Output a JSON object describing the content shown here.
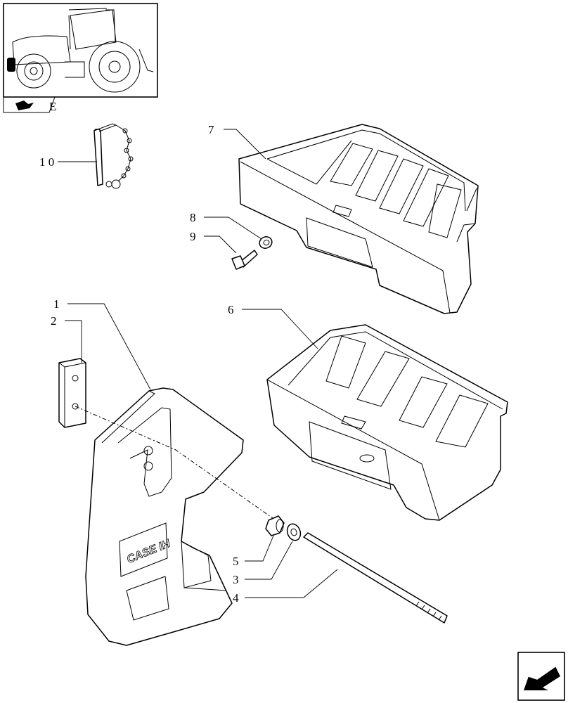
{
  "diagram": {
    "callouts": [
      {
        "id": "7",
        "label": "7"
      },
      {
        "id": "10",
        "label": "1 0"
      },
      {
        "id": "8",
        "label": "8"
      },
      {
        "id": "9",
        "label": "9"
      },
      {
        "id": "6",
        "label": "6"
      },
      {
        "id": "1",
        "label": "1"
      },
      {
        "id": "2",
        "label": "2"
      },
      {
        "id": "5",
        "label": "5"
      },
      {
        "id": "3",
        "label": "3"
      },
      {
        "id": "4",
        "label": "4"
      }
    ],
    "logo_text": "CASE IH",
    "thumb_text": "E"
  },
  "icons": {
    "section_icon": "arrow-right-icon",
    "nav_icon": "arrow-left-icon"
  }
}
